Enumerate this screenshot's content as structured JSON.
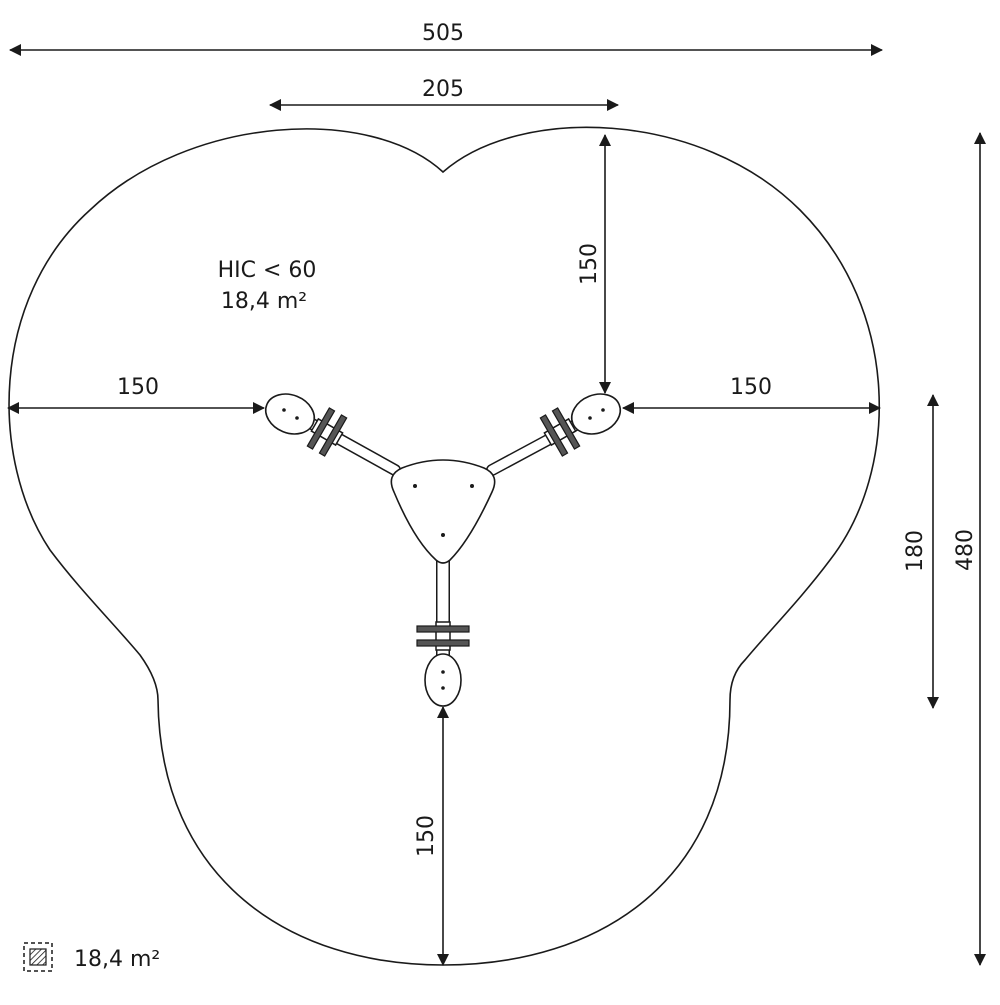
{
  "dimensions": {
    "total_width": "505",
    "top_span": "205",
    "left_arm": "150",
    "right_arm": "150",
    "top_right_vertical": "150",
    "bottom_vertical": "150",
    "inner_height": "180",
    "total_height": "480"
  },
  "area_note": {
    "hic": "HIC < 60",
    "area": "18,4 m²"
  },
  "legend": {
    "icon": "hatched-square-icon",
    "label": "18,4 m²"
  },
  "colors": {
    "line": "#1a1a1a",
    "fill": "#ffffff"
  }
}
